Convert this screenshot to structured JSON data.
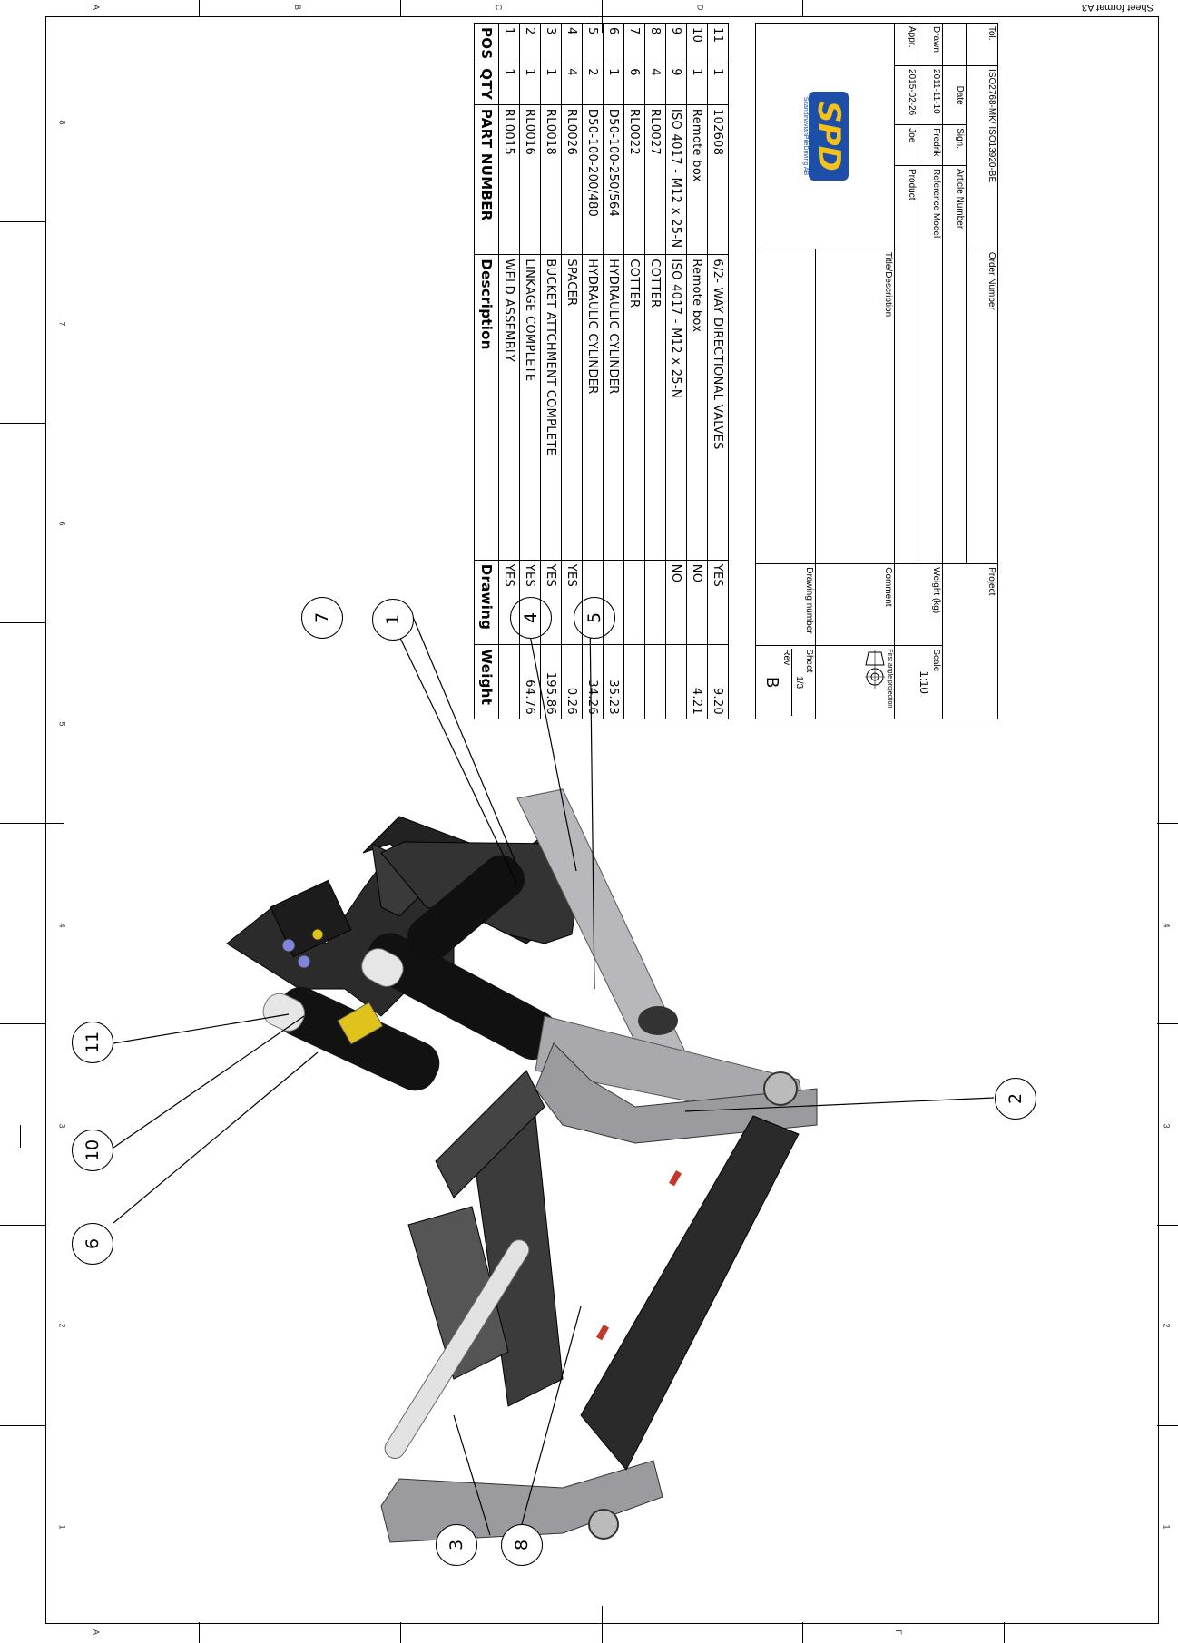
{
  "sheet_format": "Sheet format A3",
  "zone_letters": [
    "A",
    "B",
    "C",
    "D",
    "A",
    "F"
  ],
  "zone_numbers": [
    "1",
    "2",
    "3",
    "4",
    "5",
    "6",
    "7",
    "8"
  ],
  "bom": {
    "headers": [
      "POS",
      "QTY",
      "PART NUMBER",
      "Description",
      "Drawing",
      "Weight"
    ],
    "rows": [
      {
        "pos": "11",
        "qty": "1",
        "part": "102608",
        "desc": "6/2- WAY DIRECTIONAL VALVES",
        "drawing": "YES",
        "weight": "9.20"
      },
      {
        "pos": "10",
        "qty": "1",
        "part": "Remote box",
        "desc": "Remote box",
        "drawing": "NO",
        "weight": "4.21"
      },
      {
        "pos": "9",
        "qty": "9",
        "part": "ISO 4017 - M12 x 25-N",
        "desc": "ISO 4017 - M12 x 25-N",
        "drawing": "NO",
        "weight": ""
      },
      {
        "pos": "8",
        "qty": "4",
        "part": "RL0027",
        "desc": "COTTER",
        "drawing": "",
        "weight": ""
      },
      {
        "pos": "7",
        "qty": "6",
        "part": "RL0022",
        "desc": "COTTER",
        "drawing": "",
        "weight": ""
      },
      {
        "pos": "6",
        "qty": "1",
        "part": "D50-100-250/564",
        "desc": "HYDRAULIC CYLINDER",
        "drawing": "",
        "weight": "35.23"
      },
      {
        "pos": "5",
        "qty": "2",
        "part": "D50-100-200/480",
        "desc": "HYDRAULIC CYLINDER",
        "drawing": "",
        "weight": "34.26"
      },
      {
        "pos": "4",
        "qty": "4",
        "part": "RL0026",
        "desc": "SPACER",
        "drawing": "YES",
        "weight": "0.26"
      },
      {
        "pos": "3",
        "qty": "1",
        "part": "RL0018",
        "desc": "BUCKET ATTCHMENT COMPLETE",
        "drawing": "YES",
        "weight": "195.86"
      },
      {
        "pos": "2",
        "qty": "1",
        "part": "RL0016",
        "desc": "LINKAGE COMPLETE",
        "drawing": "YES",
        "weight": "64.76"
      },
      {
        "pos": "1",
        "qty": "1",
        "part": "RL0015",
        "desc": "WELD ASSEMBLY",
        "drawing": "YES",
        "weight": ""
      }
    ]
  },
  "title_block": {
    "tol_label": "Tol.",
    "tol_value": "ISO2768-MK/ ISO13920-BE",
    "order_number": "Order Number",
    "date_label": "Date",
    "sign_label": "Sign.",
    "article_number": "Article Number",
    "drawn_label": "Drawn",
    "drawn_date": "2011-11-10",
    "drawn_sign": "Fredrik",
    "reference_model": "Reference Model",
    "appr_label": "Appr.",
    "appr_date": "2015-02-26",
    "appr_sign": "Joe",
    "product": "Product",
    "title_description": "Title/Description",
    "project": "Project",
    "weight_kg": "Weight (kg)",
    "scale_label": "Scale",
    "scale_value": "1:10",
    "projection_label": "First angle projection",
    "comment": "Comment",
    "sheet_label": "Sheet",
    "sheet_value": "1/3",
    "drawing_number": "Drawing number",
    "rev_label": "Rev",
    "rev_value": "B",
    "logo_text": "SPD",
    "logo_sub": "ScandinavianPileDriving AB"
  },
  "balloons": [
    "1",
    "2",
    "3",
    "4",
    "5",
    "6",
    "7",
    "8",
    "10",
    "11"
  ],
  "colors": {
    "steel_dark": "#2b2b2b",
    "steel_light": "#a9a9ad",
    "cylinder": "#111111",
    "valve_blue": "#7f86d9",
    "box_yellow": "#e0c21c",
    "logo_blue": "#1d4fa8",
    "logo_yellow": "#f4c21b"
  }
}
